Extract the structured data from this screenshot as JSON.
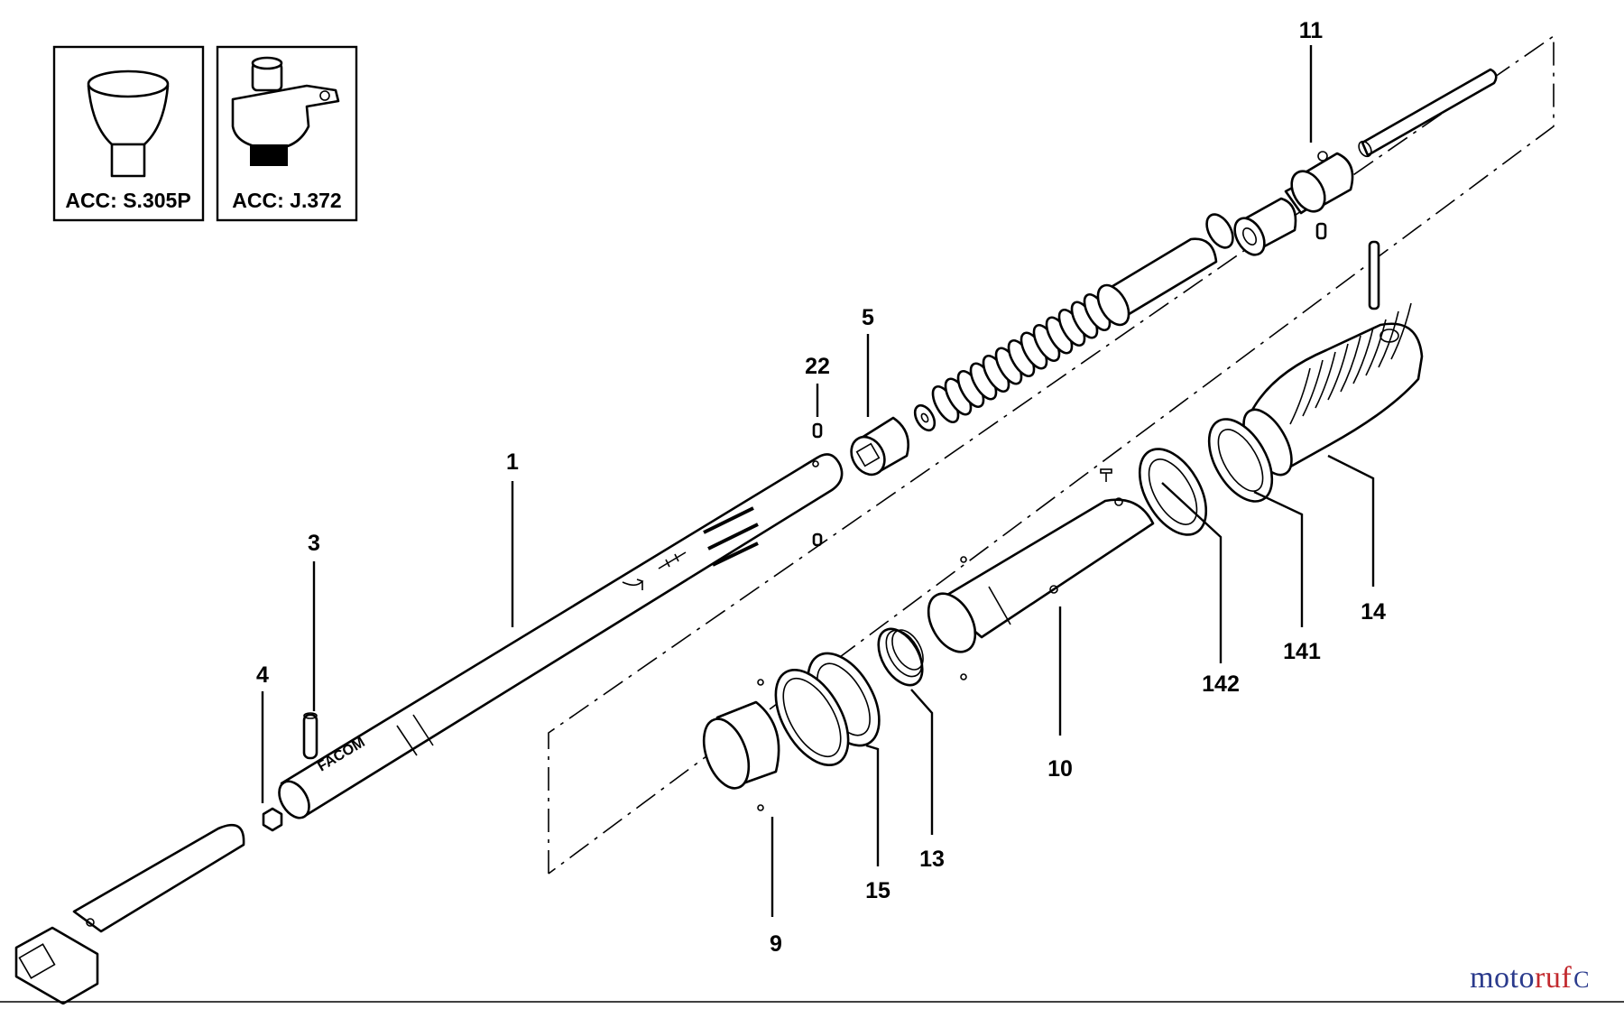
{
  "accessories": [
    {
      "label": "ACC: S.305P",
      "icon": "knob-adapter-icon"
    },
    {
      "label": "ACC: J.372",
      "icon": "ratchet-head-icon"
    }
  ],
  "callouts": [
    {
      "id": "c1",
      "text": "1"
    },
    {
      "id": "c3",
      "text": "3"
    },
    {
      "id": "c4",
      "text": "4"
    },
    {
      "id": "c5",
      "text": "5"
    },
    {
      "id": "c9",
      "text": "9"
    },
    {
      "id": "c10",
      "text": "10"
    },
    {
      "id": "c11",
      "text": "11"
    },
    {
      "id": "c13",
      "text": "13"
    },
    {
      "id": "c14",
      "text": "14"
    },
    {
      "id": "c15",
      "text": "15"
    },
    {
      "id": "c22",
      "text": "22"
    },
    {
      "id": "c141",
      "text": "141"
    },
    {
      "id": "c142",
      "text": "142"
    }
  ],
  "tube_brand": "FACOM",
  "watermark": {
    "part1": "moto",
    "part2": "ruf",
    "mark": "C"
  },
  "colors": {
    "line": "#000000",
    "background": "#ffffff",
    "wm_blue": "#2a3a8c",
    "wm_red": "#c2292e"
  }
}
